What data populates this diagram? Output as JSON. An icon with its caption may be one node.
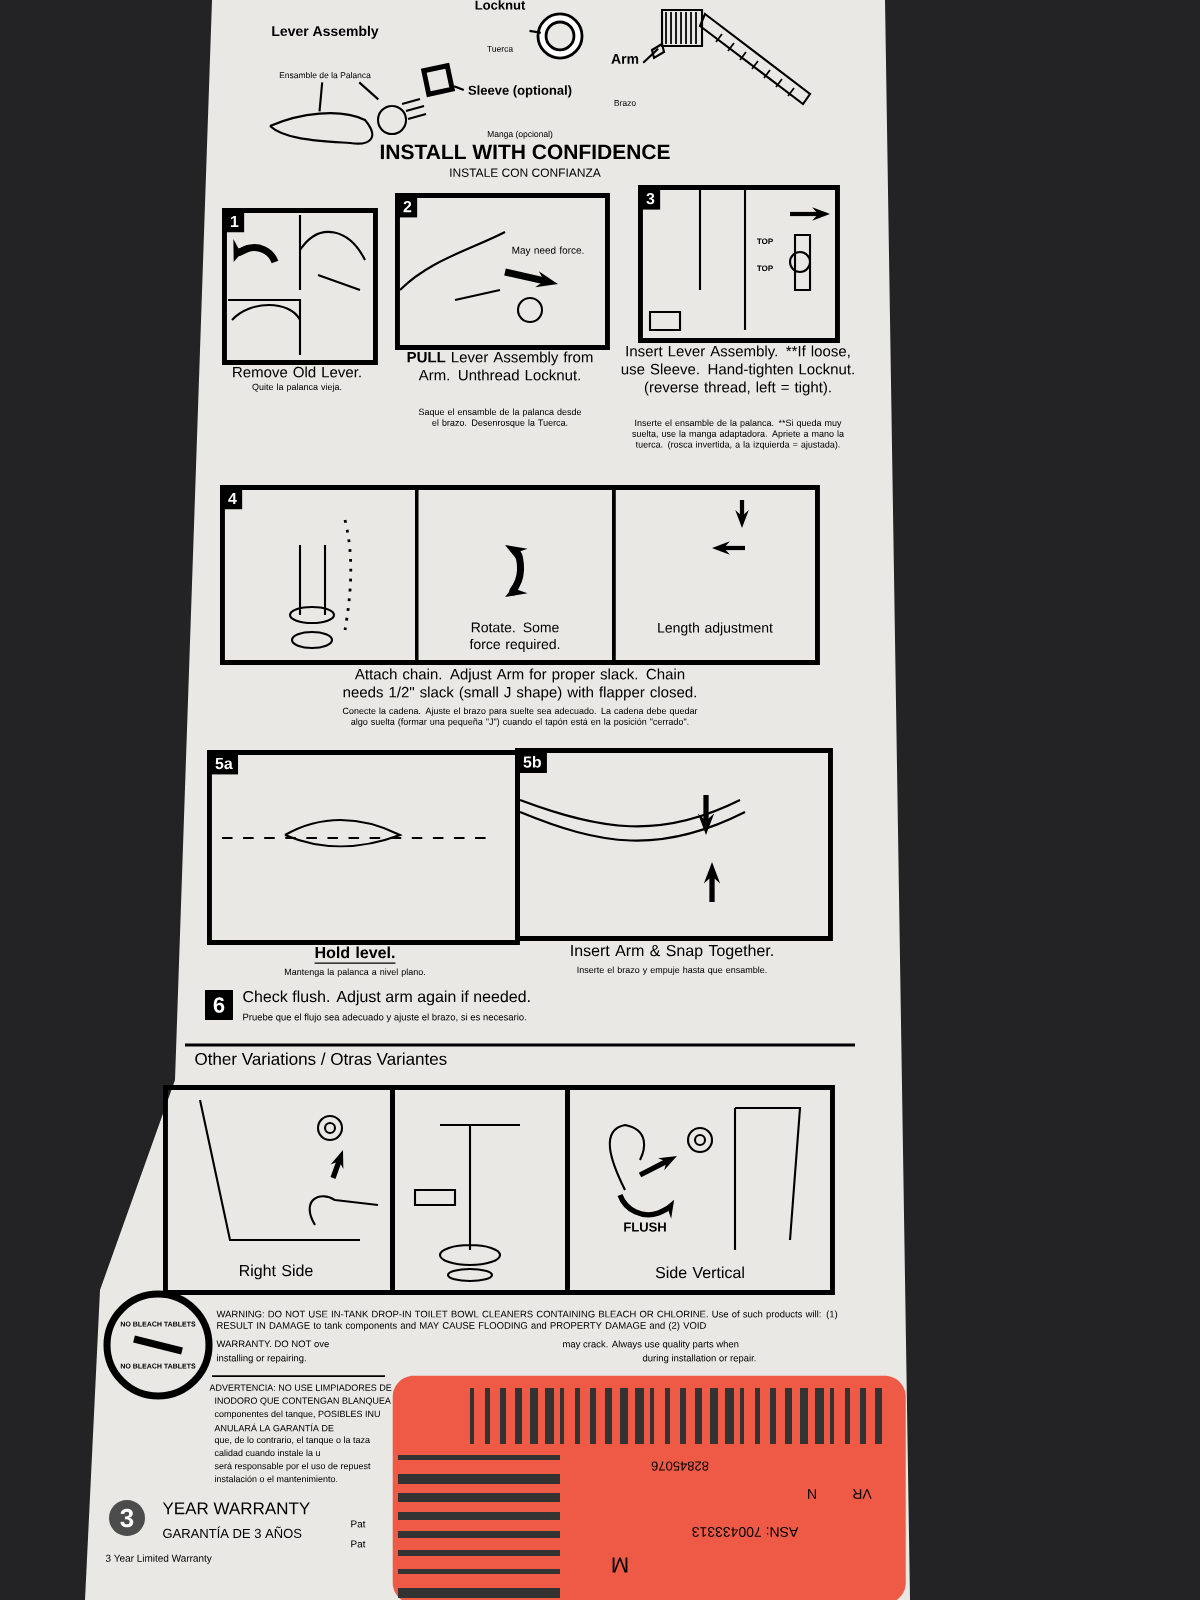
{
  "diagram": {
    "title": "INSTALL WITH CONFIDENCE",
    "nodes": [
      {
        "text": [
          "Lever Assembly",
          "Ensamble de la Palanca"
        ]
      },
      {
        "text": [],
        "shape": "picture"
      },
      {
        "text": [],
        "shape": "picture"
      },
      {
        "text": [],
        "shape": "box"
      },
      {
        "text": [
          "Sleeve (optional)",
          "Manga (opcional)"
        ]
      },
      {
        "text": [
          "Locknut",
          "Tuerca"
        ]
      },
      {
        "text": [],
        "shape": "circle"
      },
      {
        "text": [
          "Arm",
          "Brazo"
        ]
      },
      {
        "text": [],
        "shape": "picture"
      },
      {
        "text": [
          "1"
        ],
        "beside": [
          "Remove Old Lever.",
          "Quite la palanca vieja."
        ]
      },
      {
        "text": [
          "2",
          "May need force."
        ],
        "beside": [
          "**PULL** Lever Assembly from Arm. Unthread Locknut.",
          "Saque el ensamble de la palanca desde el brazo. Desenrosque la Tuerca."
        ]
      },
      {
        "text": [
          "3",
          "TOP",
          "TOP"
        ],
        "beside": [
          "Insert Lever Assembly. **If loose, use Sleeve. Hand-tighten Locknut. (reverse thread, left = tight).",
          "Inserte el ensamble de la palanca. **Si queda muy suelta, use la manga adaptadora. Apriete a mano la tuerca. (rosca invertida, a la izquierda = ajustada)."
        ]
      },
      {
        "text": [
          "4"
        ],
        "beside": [
          "Attach chain. Adjust Arm for proper slack. Chain needs 1/2\" slack (small J shape) with flapper closed.",
          "Conecte la cadena. Ajuste el brazo para suelte sea adecuado. La cadena debe quedar algo suelta (formar una pequeña \"J\") cuando el tapón está en la posición \"cerrado\"."
        ]
      },
      {
        "text": [
          "Rotate. Some force required."
        ],
        "in": 12
      },
      {
        "text": [
          "Length adjustment"
        ],
        "in": 12
      },
      {
        "text": [
          "5a"
        ],
        "beside": [
          "Hold level.",
          "Mantenga la palanca a nivel plano."
        ]
      },
      {
        "text": [
          "5b"
        ],
        "beside": [
          "Insert Arm & Snap Together.",
          "Inserte el brazo y empuje hasta que ensamble."
        ]
      },
      {
        "text": [
          "6"
        ],
        "beside": [
          "Check flush. Adjust arm again if needed.",
          "Pruebe que el flujo sea adecuado y ajuste el brazo, si es necesario."
        ]
      },
      {
        "text": [
          "Right Side"
        ]
      },
      {
        "text": [],
        "shape": "box"
      },
      {
        "text": [
          "FLUSH",
          "Side Vertical"
        ]
      },
      {
        "text": [
          "NO BLEACH TABLETS",
          "NO BLEACH TABLETS"
        ]
      },
      {
        "text": [
          "3"
        ],
        "beside": [
          "YEAR WARRANTY",
          "GARANTÍA DE 3 AÑOS"
        ]
      },
      {
        "text": [
          "82845076",
          "N",
          "VR",
          "ASN: 700433313",
          "M"
        ]
      }
    ],
    "edges": [
      {
        "from": 0,
        "to": 1,
        "arrow": "none"
      },
      {
        "from": 0,
        "to": 2,
        "arrow": "none"
      },
      {
        "from": 4,
        "to": 3,
        "arrow": "none"
      },
      {
        "from": 5,
        "to": 6,
        "arrow": "none"
      },
      {
        "from": 7,
        "to": 8,
        "arrow": "none"
      }
    ],
    "labels": [
      "INSTALE CON CONFIANZA",
      "Other Variations / Otras Variantes",
      "WARNING: DO NOT USE IN-TANK DROP-IN TOILET BOWL CLEANERS CONTAINING BLEACH OR CHLORINE. Use of such products will: (1) RESULT IN DAMAGE to tank components and MAY CAUSE FLOODING and PROPERTY DAMAGE and (2) VOID",
      "WARRANTY. DO NOT ove",
      "may crack. Always use quality parts when",
      "installing or repairing.",
      "during installation or repair.",
      "ADVERTENCIA: NO USE LIMPIADORES DE",
      "INODORO QUE CONTENGAN BLANQUEA",
      "componentes del tanque, POSIBLES INU",
      "ANULARÁ LA GARANTÍA DE",
      "que, de lo contrario, el tanque o la taza",
      "calidad cuando instale la u",
      "será responsable por el uso de repuest",
      "instalación o el mantenimiento.",
      "Pat",
      "Pat",
      "3 Year Limited Warranty"
    ]
  }
}
